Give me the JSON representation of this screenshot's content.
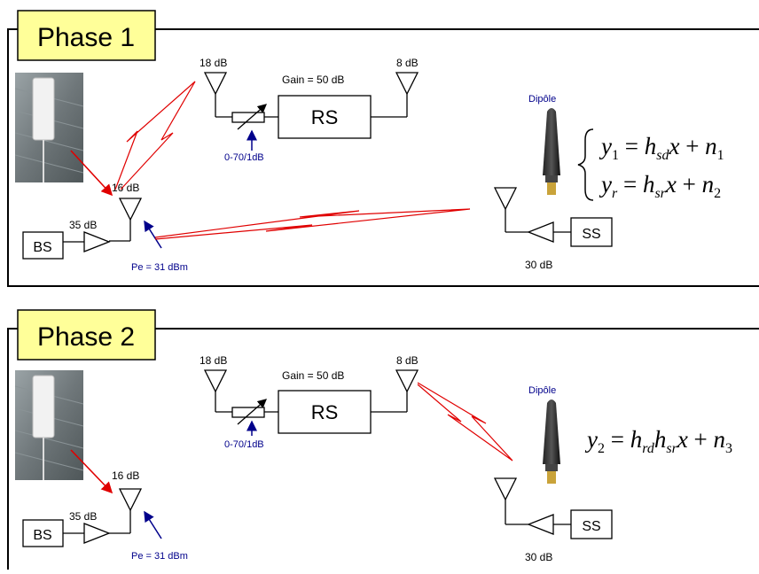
{
  "phase1": {
    "title": "Phase 1",
    "labels": {
      "ant_rs_in_gain": "18 dB",
      "ant_rs_out_gain": "8 dB",
      "rs_gain": "Gain = 50 dB",
      "rs": "RS",
      "attenuator": "0-70/1dB",
      "dipole": "Dipôle",
      "ant_bs_gain": "16 dB",
      "amp_bs_gain": "35 dB",
      "bs": "BS",
      "pe": "Pe = 31 dBm",
      "ss": "SS",
      "amp_ss_gain": "30 dB"
    },
    "equations": [
      {
        "lhs": "y",
        "lhs_sub": "1",
        "rhs": "h",
        "rhs_sub": "sd",
        "noise": "n",
        "noise_sub": "1"
      },
      {
        "lhs": "y",
        "lhs_sub": "r",
        "rhs": "h",
        "rhs_sub": "sr",
        "noise": "n",
        "noise_sub": "2"
      }
    ]
  },
  "phase2": {
    "title": "Phase 2",
    "labels": {
      "ant_rs_in_gain": "18 dB",
      "ant_rs_out_gain": "8 dB",
      "rs_gain": "Gain = 50 dB",
      "rs": "RS",
      "attenuator": "0-70/1dB",
      "dipole": "Dipôle",
      "ant_bs_gain": "16 dB",
      "amp_bs_gain": "35 dB",
      "bs": "BS",
      "pe": "Pe = 31 dBm",
      "ss": "SS",
      "amp_ss_gain": "30 dB"
    },
    "equation": {
      "lhs": "y",
      "lhs_sub": "2",
      "h1": "h",
      "h1_sub": "rd",
      "h2": "h",
      "h2_sub": "sr",
      "noise": "n",
      "noise_sub": "3"
    }
  },
  "colors": {
    "panel_title_bg": "#ffff99",
    "link": "#ff0000",
    "annotation": "#00008b",
    "stroke": "#000000"
  }
}
